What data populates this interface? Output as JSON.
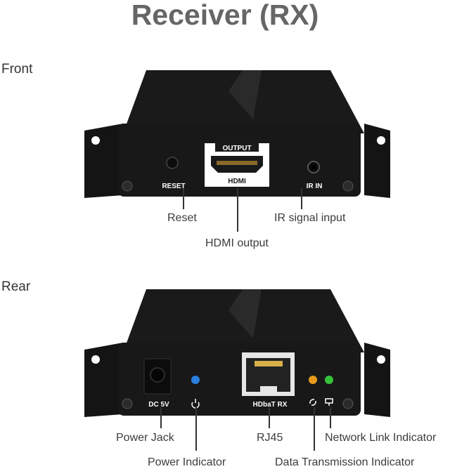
{
  "title": "Receiver (RX)",
  "sections": {
    "front": "Front",
    "rear": "Rear"
  },
  "front_panel": {
    "output_label": "OUTPUT",
    "hdmi_label": "HDMI",
    "reset_label": "RESET",
    "ir_label": "IR IN"
  },
  "rear_panel": {
    "power_label": "DC 5V",
    "rj45_label": "HDbaT RX"
  },
  "front_callouts": {
    "reset": "Reset",
    "hdmi_output": "HDMI output",
    "ir_input": "IR signal input"
  },
  "rear_callouts": {
    "power_jack": "Power Jack",
    "power_indicator": "Power Indicator",
    "rj45": "RJ45",
    "network_link": "Network Link Indicator",
    "data_transmission": "Data Transmission Indicator"
  },
  "colors": {
    "title": "#666666",
    "device_body": "#1b1b1b",
    "power_led": "#2a7fe0",
    "data_led": "#e69a1c",
    "link_led": "#35c23a"
  }
}
